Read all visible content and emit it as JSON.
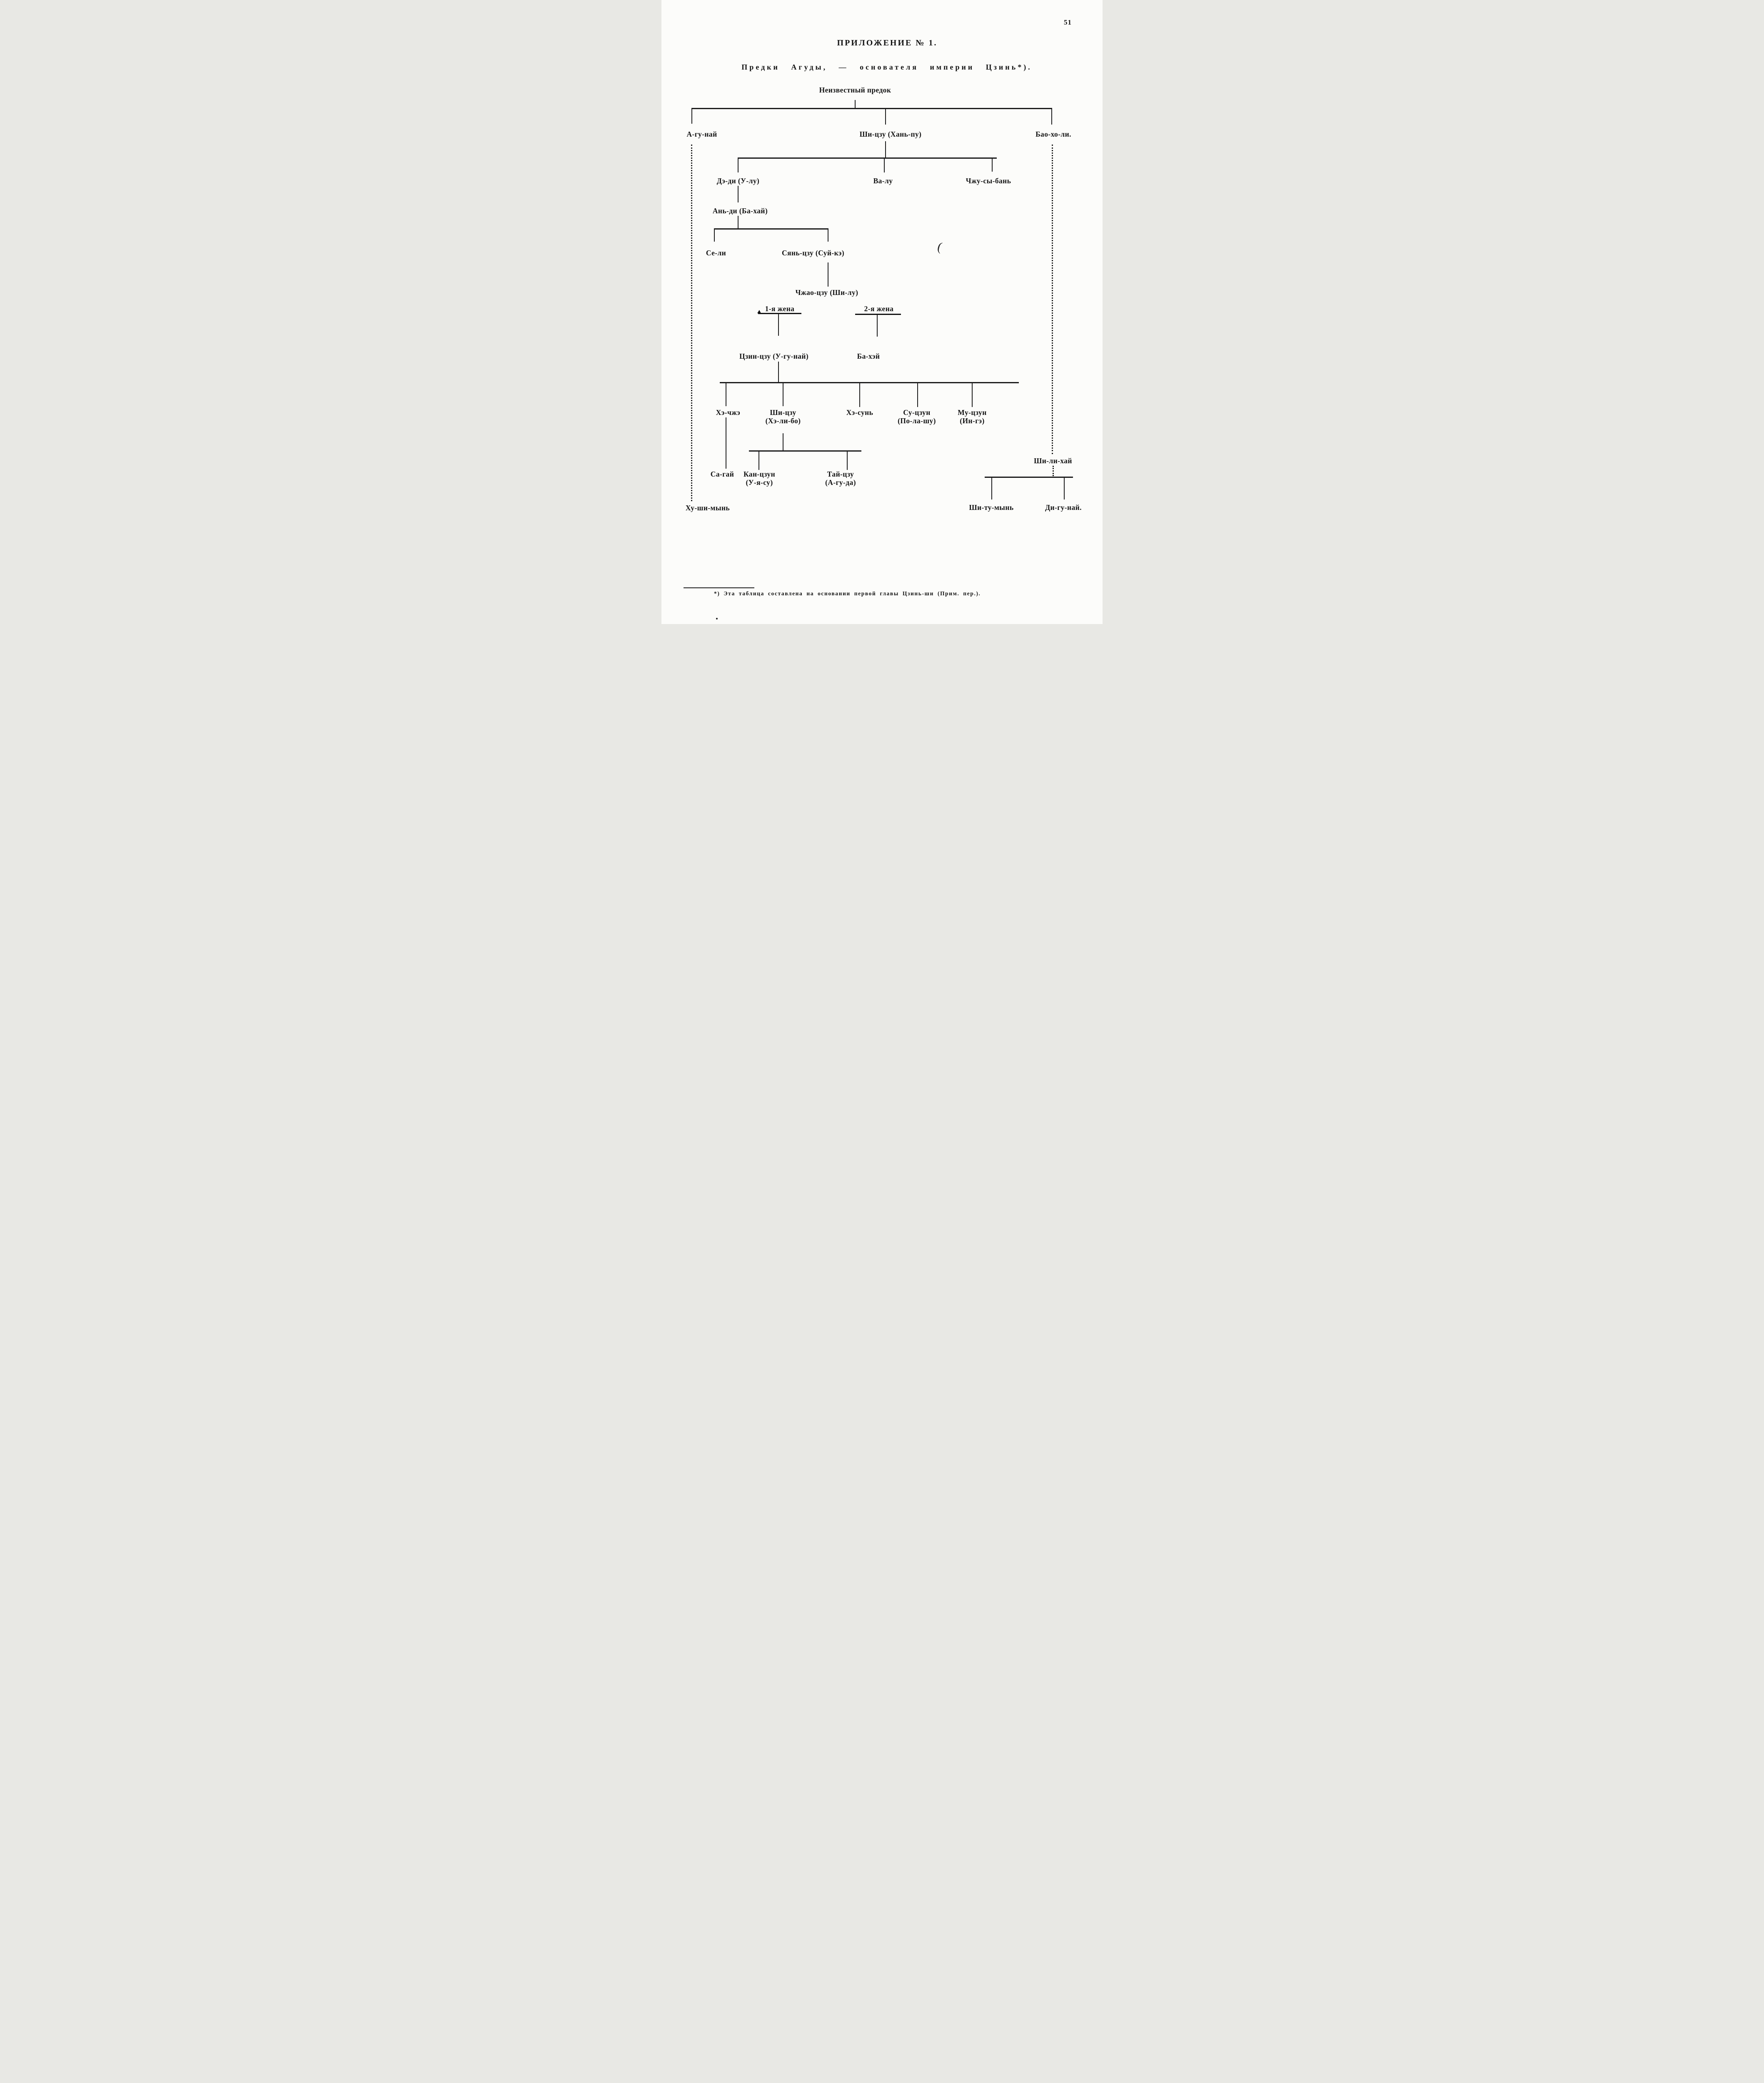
{
  "page": {
    "number": "51"
  },
  "header": {
    "title": "ПРИЛОЖЕНИЕ № 1.",
    "subtitle": "Предки Агуды, — основателя империи Цзинь*)."
  },
  "tree": {
    "root": {
      "label": "Неизвестный предок"
    },
    "gen1": [
      {
        "label": "А-гу-най"
      },
      {
        "label": "Ши-цзу (Хань-пу)"
      },
      {
        "label": "Бао-хо-ли."
      }
    ],
    "gen2": [
      {
        "label": "Дэ-ди (У-лу)"
      },
      {
        "label": "Ва-лу"
      },
      {
        "label": "Чжу-сы-бань"
      }
    ],
    "gen3": {
      "label": "Ань-ди (Ба-хай)"
    },
    "gen4": [
      {
        "label": "Се-ли"
      },
      {
        "label": "Сянь-цзу (Суй-кэ)"
      }
    ],
    "gen5": {
      "label": "Чжао-цзу (Ши-лу)"
    },
    "wives": [
      {
        "label": "1-я жена"
      },
      {
        "label": "2-я жена"
      }
    ],
    "gen6": [
      {
        "label": "Цзин-цзу (У-гу-най)"
      },
      {
        "label": "Ба-хэй"
      }
    ],
    "gen7": [
      {
        "label": "Хэ-чжэ"
      },
      {
        "line1": "Ши-цзу",
        "line2": "(Хэ-ли-бо)"
      },
      {
        "label": "Хэ-сунь"
      },
      {
        "line1": "Су-цзун",
        "line2": "(По-ла-шу)"
      },
      {
        "line1": "Му-цзун",
        "line2": "(Ин-гэ)"
      }
    ],
    "gen8": [
      {
        "label": "Са-гай"
      },
      {
        "line1": "Кан-цзун",
        "line2": "(У-я-су)"
      },
      {
        "line1": "Тай-цзу",
        "line2": "(А-гу-да)"
      }
    ],
    "right_branch": {
      "shilihai": "Ши-ли-хай",
      "shitumyn": "Ши-ту-мынь",
      "digunai": "Ди-гу-най."
    },
    "left_branch": {
      "hushimyn": "Ху-ши-мынь"
    }
  },
  "footnote": "*) Эта таблица составлена на основании первой главы Цзинь-ши (Прим. пер.)."
}
